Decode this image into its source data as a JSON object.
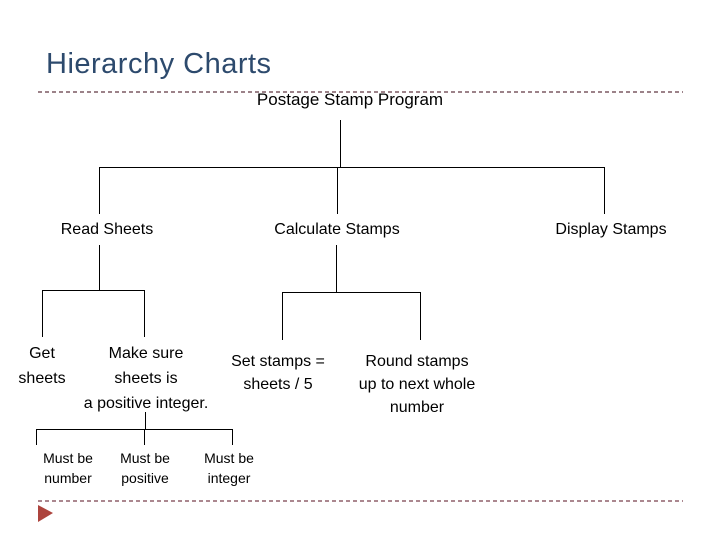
{
  "slide": {
    "title": "Hierarchy Charts",
    "title_color": "#2d4a6d",
    "divider_dash_color": "#9c8289",
    "connector_color": "#000000",
    "next_arrow_color": "#ad443d"
  },
  "icons": {
    "next_arrow": "right-pointing-triangle"
  },
  "tree": {
    "root": {
      "label": "Postage Stamp Program",
      "children": [
        {
          "label": "Read Sheets",
          "children": [
            {
              "label": "Get\nsheets"
            },
            {
              "label": "Make sure\nsheets is\na positive integer.",
              "children": [
                {
                  "label": "Must be\nnumber"
                },
                {
                  "label": "Must be\npositive"
                },
                {
                  "label": "Must be\ninteger"
                }
              ]
            }
          ]
        },
        {
          "label": "Calculate Stamps",
          "children": [
            {
              "label": "Set stamps =\nsheets / 5"
            },
            {
              "label": "Round stamps\nup to next whole\nnumber"
            }
          ]
        },
        {
          "label": "Display Stamps"
        }
      ]
    }
  }
}
